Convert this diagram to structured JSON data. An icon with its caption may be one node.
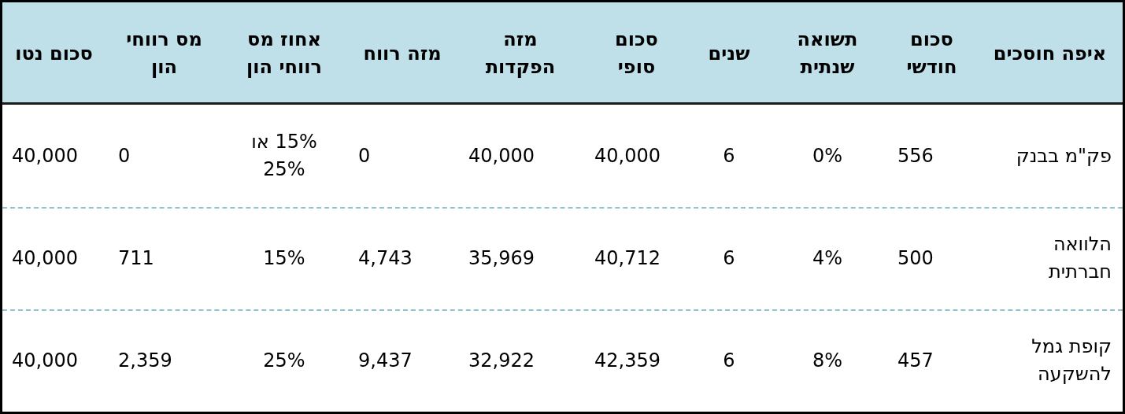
{
  "diagram": {
    "labels": [
      "איפה חוסכים",
      "סכום חודשי",
      "תשואה שנתית",
      "שנים",
      "סכום סופי",
      "מזה הפקדות",
      "מזה רווח",
      "אחוז מס רווחי הון",
      "מס רווחי הון",
      "סכום נטו",
      "פק\"מ בבנק",
      "556",
      "0%",
      "6",
      "40,000",
      "40,000",
      "0",
      "15% או 25%",
      "0",
      "40,000",
      "הלוואה חברתית",
      "500",
      "4%",
      "6",
      "40,712",
      "35,969",
      "4,743",
      "15%",
      "711",
      "40,000",
      "קופת גמל להשקעה",
      "457",
      "8%",
      "6",
      "42,359",
      "32,922",
      "9,437",
      "25%",
      "2,359",
      "40,000"
    ]
  }
}
